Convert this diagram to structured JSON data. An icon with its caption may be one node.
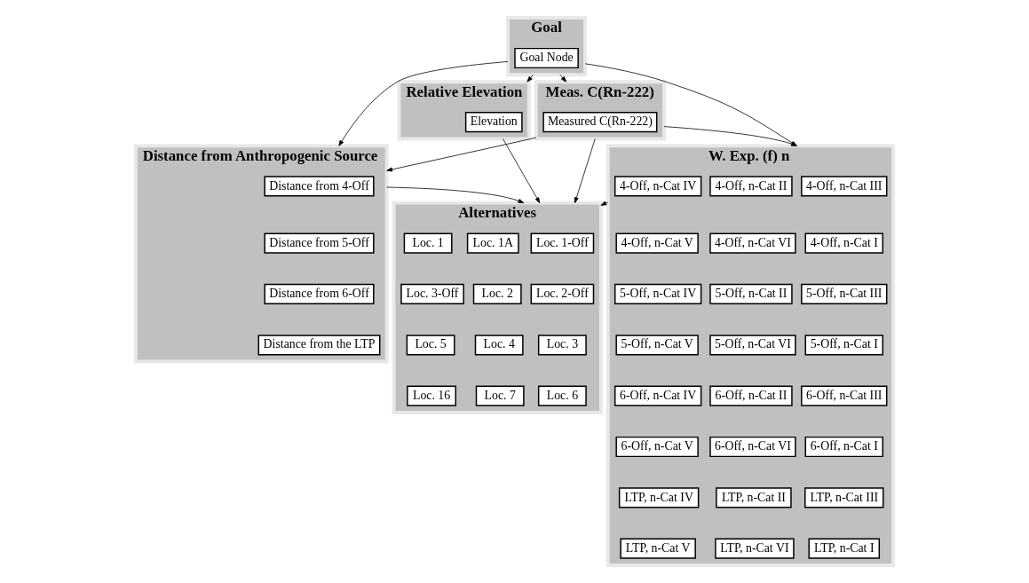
{
  "diagram": {
    "nodes": [
      {
        "text": [
          "Goal"
        ]
      },
      {
        "text": [
          "Goal Node"
        ],
        "in": 0
      },
      {
        "text": [
          "Relative Elevation"
        ]
      },
      {
        "text": [
          "Elevation"
        ],
        "in": 2
      },
      {
        "text": [
          "Distance from Anthropogenic Source"
        ]
      },
      {
        "text": [
          "Distance from 4-Off"
        ],
        "in": 4
      },
      {
        "text": [
          "Distance from 5-Off"
        ],
        "in": 4
      },
      {
        "text": [
          "Distance from 6-Off"
        ],
        "in": 4
      },
      {
        "text": [
          "Distance from the LTP"
        ],
        "in": 4
      },
      {
        "text": [
          "Meas. C(Rn-222)"
        ]
      },
      {
        "text": [
          "Measured C(Rn-222)"
        ],
        "in": 9
      },
      {
        "text": [
          "W. Exp. (f) n"
        ]
      },
      {
        "text": [
          "4-Off, n-Cat III"
        ],
        "in": 11
      },
      {
        "text": [
          "4-Off, n-Cat II"
        ],
        "in": 11
      },
      {
        "text": [
          "4-Off, n-Cat IV"
        ],
        "in": 11
      },
      {
        "text": [
          "4-Off, n-Cat I"
        ],
        "in": 11
      },
      {
        "text": [
          "4-Off, n-Cat VI"
        ],
        "in": 11
      },
      {
        "text": [
          "4-Off, n-Cat V"
        ],
        "in": 11
      },
      {
        "text": [
          "5-Off, n-Cat III"
        ],
        "in": 11
      },
      {
        "text": [
          "5-Off, n-Cat II"
        ],
        "in": 11
      },
      {
        "text": [
          "5-Off, n-Cat IV"
        ],
        "in": 11
      },
      {
        "text": [
          "5-Off, n-Cat I"
        ],
        "in": 11
      },
      {
        "text": [
          "5-Off, n-Cat VI"
        ],
        "in": 11
      },
      {
        "text": [
          "5-Off, n-Cat V"
        ],
        "in": 11
      },
      {
        "text": [
          "6-Off, n-Cat III"
        ],
        "in": 11
      },
      {
        "text": [
          "6-Off, n-Cat II"
        ],
        "in": 11
      },
      {
        "text": [
          "6-Off, n-Cat IV"
        ],
        "in": 11
      },
      {
        "text": [
          "6-Off, n-Cat I"
        ],
        "in": 11
      },
      {
        "text": [
          "6-Off, n-Cat VI"
        ],
        "in": 11
      },
      {
        "text": [
          "6-Off, n-Cat V"
        ],
        "in": 11
      },
      {
        "text": [
          "LTP, n-Cat III"
        ],
        "in": 11
      },
      {
        "text": [
          "LTP, n-Cat II"
        ],
        "in": 11
      },
      {
        "text": [
          "LTP, n-Cat IV"
        ],
        "in": 11
      },
      {
        "text": [
          "LTP, n-Cat I"
        ],
        "in": 11
      },
      {
        "text": [
          "LTP, n-Cat VI"
        ],
        "in": 11
      },
      {
        "text": [
          "LTP, n-Cat V"
        ],
        "in": 11
      },
      {
        "text": [
          "Alternatives"
        ]
      },
      {
        "text": [
          "Loc. 1-Off"
        ],
        "in": 36
      },
      {
        "text": [
          "Loc. 1A"
        ],
        "in": 36
      },
      {
        "text": [
          "Loc. 1"
        ],
        "in": 36
      },
      {
        "text": [
          "Loc. 2-Off"
        ],
        "in": 36
      },
      {
        "text": [
          "Loc. 2"
        ],
        "in": 36
      },
      {
        "text": [
          "Loc. 3-Off"
        ],
        "in": 36
      },
      {
        "text": [
          "Loc. 3"
        ],
        "in": 36
      },
      {
        "text": [
          "Loc. 4"
        ],
        "in": 36
      },
      {
        "text": [
          "Loc. 5"
        ],
        "in": 36
      },
      {
        "text": [
          "Loc. 6"
        ],
        "in": 36
      },
      {
        "text": [
          "Loc. 7"
        ],
        "in": 36
      },
      {
        "text": [
          "Loc. 16"
        ],
        "in": 36
      }
    ],
    "edges": [
      {
        "from": 0,
        "to": 2,
        "arrow": "to"
      },
      {
        "from": 0,
        "to": 4,
        "arrow": "to"
      },
      {
        "from": 0,
        "to": 9,
        "arrow": "to"
      },
      {
        "from": 0,
        "to": 11,
        "arrow": "to"
      },
      {
        "from": 9,
        "to": 4,
        "arrow": "to"
      },
      {
        "from": 9,
        "to": 36,
        "arrow": "to"
      },
      {
        "from": 9,
        "to": 11,
        "arrow": "to"
      },
      {
        "from": 2,
        "to": 36,
        "arrow": "to"
      },
      {
        "from": 4,
        "to": 36,
        "arrow": "to"
      },
      {
        "from": 11,
        "to": 36,
        "arrow": "to"
      }
    ]
  }
}
